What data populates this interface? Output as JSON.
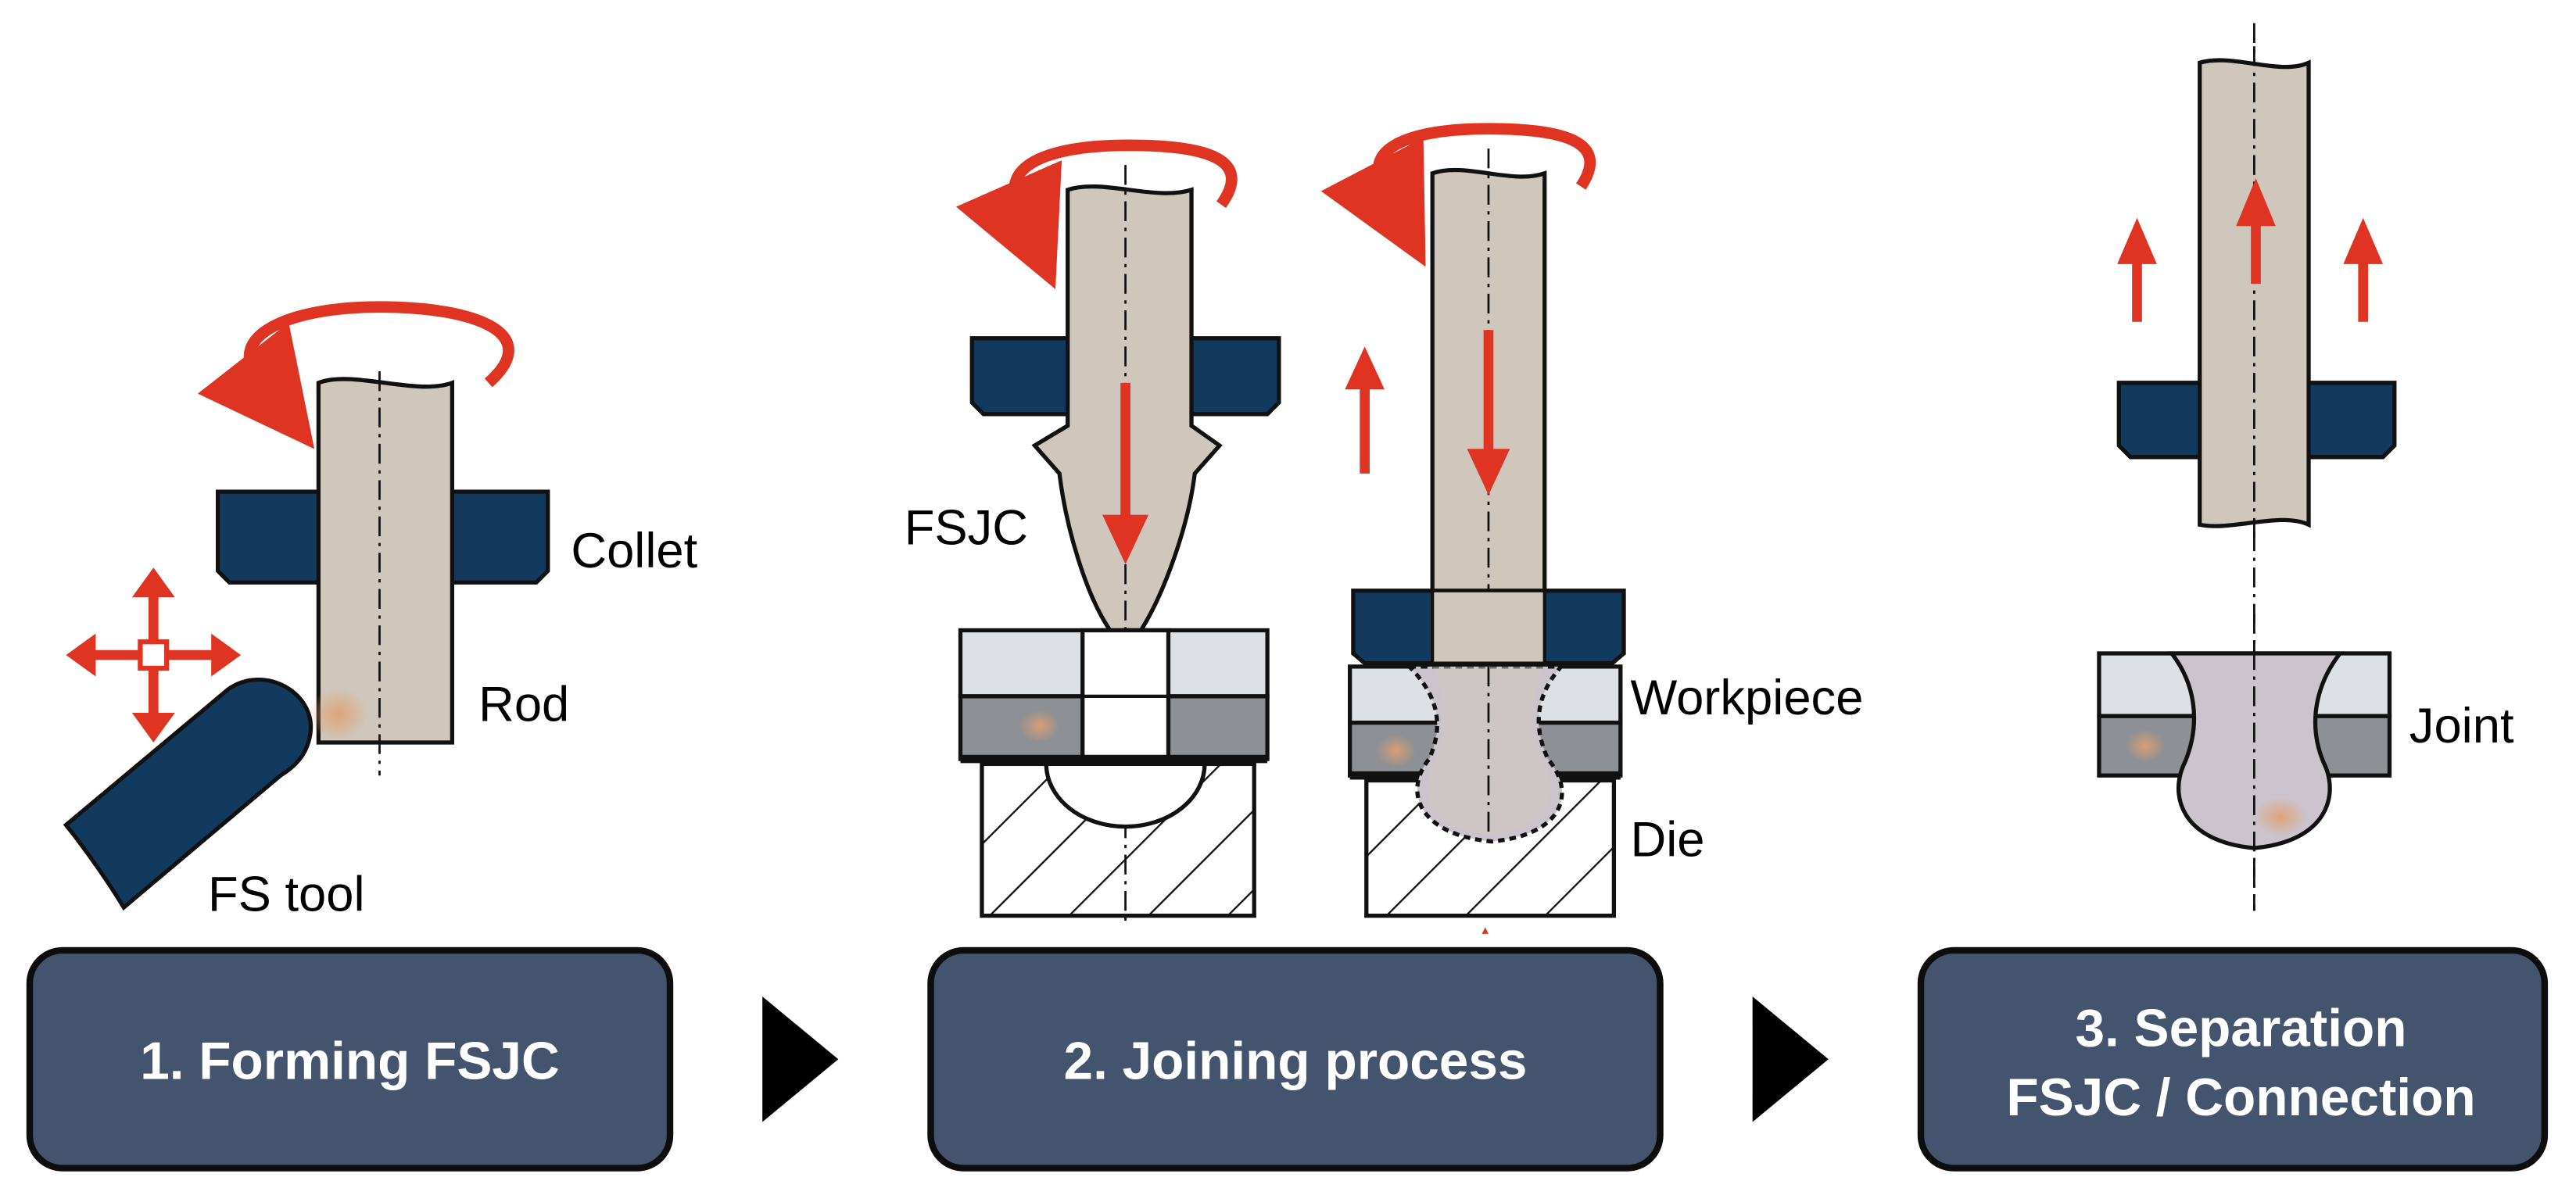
{
  "labels": {
    "collet": "Collet",
    "rod": "Rod",
    "fs_tool": "FS tool",
    "fsjc": "FSJC",
    "workpiece": "Workpiece",
    "die": "Die",
    "joint": "Joint"
  },
  "steps": [
    {
      "lines": [
        "1. Forming FSJC"
      ]
    },
    {
      "lines": [
        "2. Joining process"
      ]
    },
    {
      "lines": [
        "3. Separation",
        "FSJC / Connection"
      ]
    }
  ],
  "colors": {
    "step_box_fill": "#44546e",
    "step_box_border": "#0d0d0d",
    "step_text": "#ffffff",
    "collet": "#123a5e",
    "rod": "#cfc7bc",
    "arrow": "#e03422",
    "workpiece_top": "#dde1e5",
    "workpiece_bottom": "#8d9094",
    "die_hatch": "#111111",
    "pointer": "#000000"
  }
}
